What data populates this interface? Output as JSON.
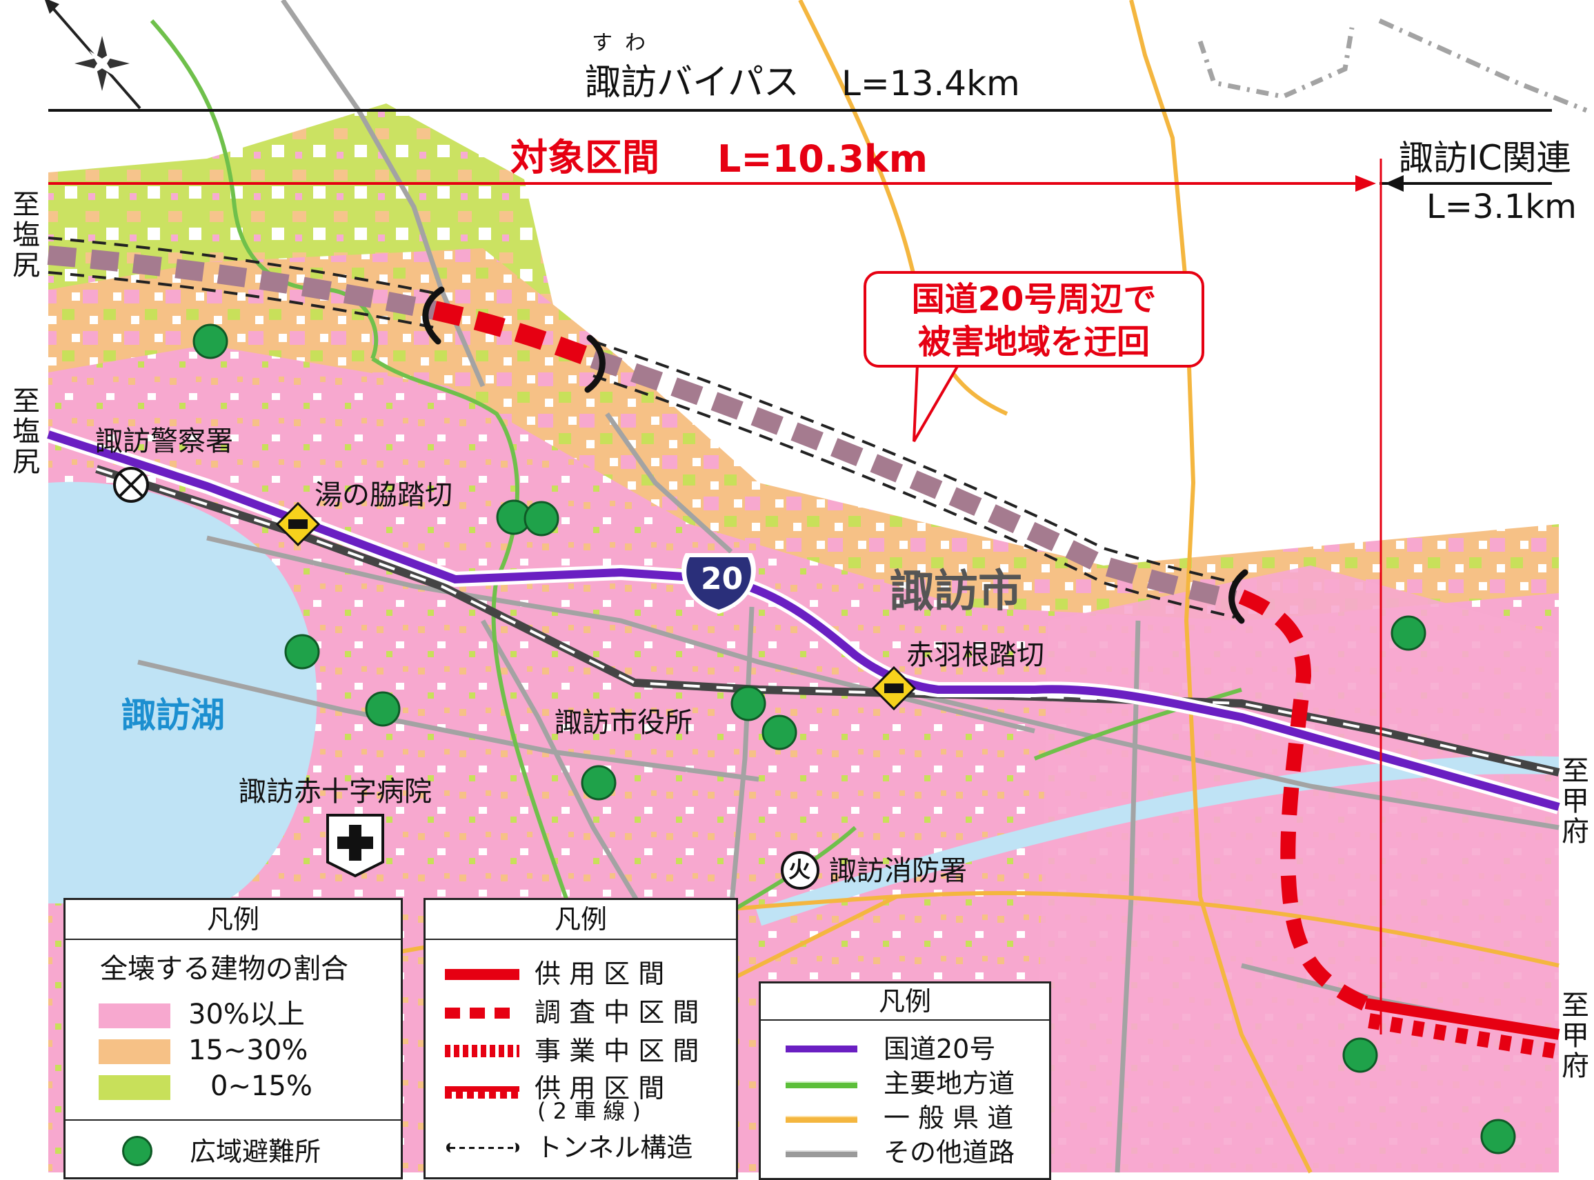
{
  "header": {
    "bypass_ruby": "すわ",
    "bypass_label": "諏訪バイパス",
    "bypass_length": "L=13.4km",
    "target_label": "対象区間",
    "target_length": "L=10.3km",
    "ic_label": "諏訪IC関連",
    "ic_length": "L=3.1km"
  },
  "directions": {
    "shiojiri": "至塩尻",
    "kofu": "至甲府"
  },
  "callout": {
    "line1": "国道20号周辺で",
    "line2": "被害地域を迂回"
  },
  "places": {
    "police": "諏訪警察署",
    "crossing_yunowaki": "湯の脇踏切",
    "crossing_akabane": "赤羽根踏切",
    "city": "諏訪市",
    "lake": "諏訪湖",
    "city_hall": "諏訪市役所",
    "hospital": "諏訪赤十字病院",
    "fire_station": "諏訪消防署",
    "fire_glyph": "火",
    "route_number": "20"
  },
  "legend_damage": {
    "title": "凡例",
    "subtitle": "全壊する建物の割合",
    "items": [
      {
        "label": "30%以上",
        "color": "#f7a8cf"
      },
      {
        "label": "15~30%",
        "color": "#f6c186"
      },
      {
        "label": "0~15%",
        "color": "#c8e05a"
      }
    ],
    "shelter_label": "広域避難所"
  },
  "legend_sections": {
    "title": "凡例",
    "items": [
      {
        "label": "供 用 区 間",
        "style": "solid"
      },
      {
        "label": "調 査 中 区 間",
        "style": "dashed"
      },
      {
        "label": "事 業 中 区 間",
        "style": "striped"
      },
      {
        "label": "供 用 区 間",
        "sub": "( 2 車 線 )",
        "style": "comb"
      },
      {
        "label": "トンネル構造",
        "style": "tunnel"
      }
    ]
  },
  "legend_roads": {
    "title": "凡例",
    "items": [
      {
        "label": "国道20号",
        "color": "#6a1fc2"
      },
      {
        "label": "主要地方道",
        "color": "#5cbf3a"
      },
      {
        "label": "一 般 県 道",
        "color": "#f4b63f"
      },
      {
        "label": "その他道路",
        "color": "#9a9a9a"
      }
    ]
  },
  "colors": {
    "accent_red": "#e60012",
    "route20": "#6a1fc2",
    "lake": "#bfe3f5",
    "damage_high": "#f7a8cf",
    "damage_mid": "#f6c186",
    "damage_low": "#c8e05a",
    "shelter": "#1fa24a",
    "route_shield": "#2a2f7a"
  }
}
